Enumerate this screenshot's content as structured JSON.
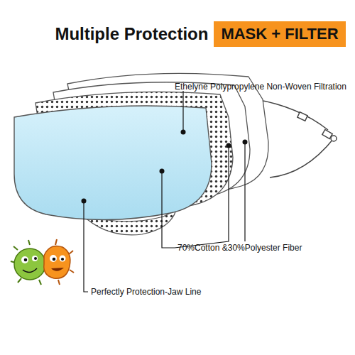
{
  "diagram": {
    "title": "Multiple Protection",
    "nodes": [
      {
        "text": [
          "MASK + FILTER"
        ]
      }
    ],
    "labels": [
      "Ethelyne Polypropylene Non-Woven Filtration",
      "70%Cotton &30%Polyester Fiber",
      "Perfectly Protection-Jaw Line"
    ]
  }
}
